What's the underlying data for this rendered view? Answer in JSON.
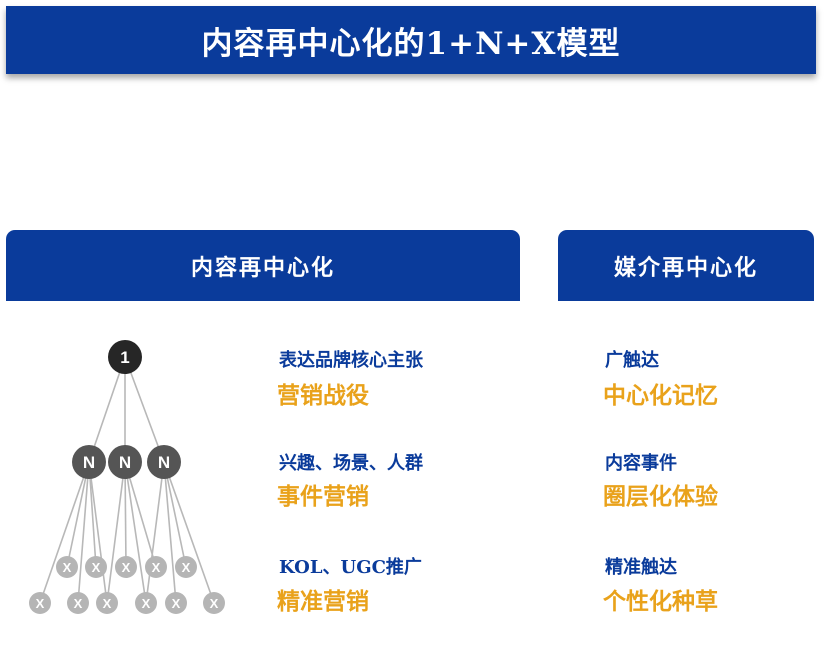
{
  "title": "内容再中心化的1+N+X模型",
  "left_section": {
    "header": "内容再中心化",
    "rows": [
      {
        "subtitle": "表达品牌核心主张",
        "highlight": "营销战役"
      },
      {
        "subtitle": "兴趣、场景、人群",
        "highlight": "事件营销"
      },
      {
        "subtitle": "KOL、UGC推广",
        "highlight": "精准营销"
      }
    ]
  },
  "right_section": {
    "header": "媒介再中心化",
    "rows": [
      {
        "subtitle": "广触达",
        "highlight": "中心化记忆"
      },
      {
        "subtitle": "内容事件",
        "highlight": "圈层化体验"
      },
      {
        "subtitle": "精准触达",
        "highlight": "个性化种草"
      }
    ]
  },
  "tree": {
    "root_label": "1",
    "mid_label": "N",
    "leaf_label": "X"
  },
  "colors": {
    "blue": "#0a3b9b",
    "gold": "#e9a21b",
    "root_node": "#262626",
    "mid_node": "#555555",
    "leaf_node": "#b5b5b5"
  }
}
